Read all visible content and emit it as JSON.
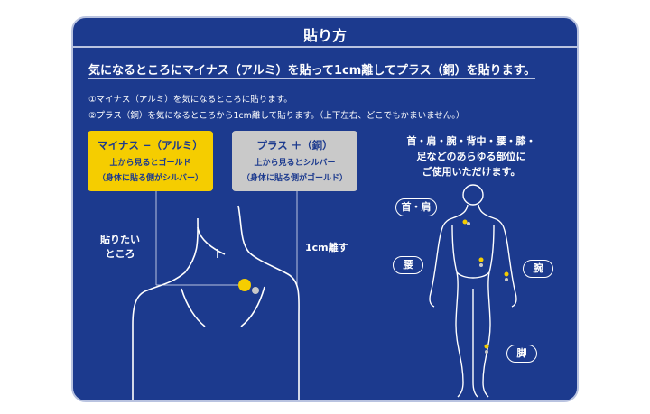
{
  "title": "貼り方",
  "headline": "気になるところにマイナス（アルミ）を貼って1cm離してプラス（銅）を貼ります。",
  "notes": [
    "①マイナス（アルミ）を気になるところに貼ります。",
    "②プラス（銅）を気になるところから1cm離して貼ります。（上下左右、どこでもかまいません。）"
  ],
  "minus_tag": {
    "title": "マイナス −（アルミ）",
    "line1": "上から見るとゴールド",
    "line2": "（身体に貼る側がシルバー）",
    "color": "#f5cd00"
  },
  "plus_tag": {
    "title": "プラス ＋（銅）",
    "line1": "上から見るとシルバー",
    "line2": "（身体に貼る側がゴールド）",
    "color": "#c9c9c9"
  },
  "where_label": [
    "貼りたい",
    "ところ"
  ],
  "gap_label": "1cm離す",
  "body_parts_text": [
    "首・肩・腕・背中・腰・膝・",
    "足などのあらゆる部位に",
    "ご使用いただけます。"
  ],
  "part_tags": {
    "neck_shoulder": "首・肩",
    "waist": "腰",
    "arm": "腕",
    "leg": "脚"
  },
  "colors": {
    "panel": "#1c3a8e",
    "gold": "#f5cd00",
    "silver": "#c9c9c9",
    "line": "#ffffff"
  }
}
